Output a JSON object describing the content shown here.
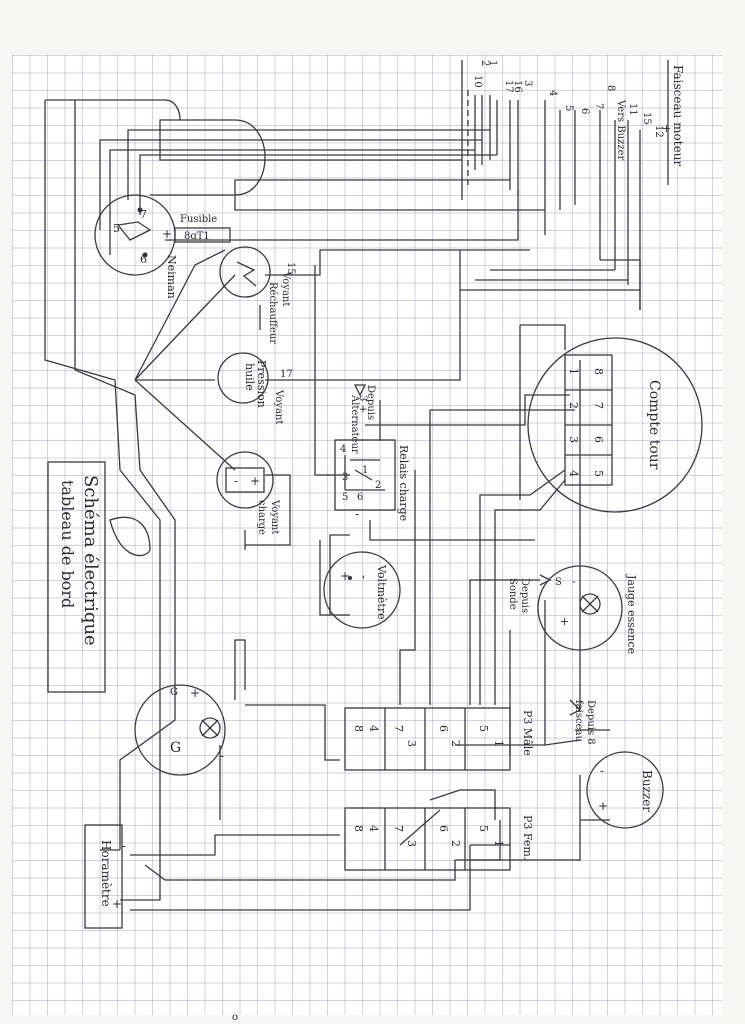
{
  "title": {
    "line1": "Schéma électrique",
    "line2": "tableau de bord"
  },
  "harness": {
    "label": "Faisceau moteur",
    "plus": "+",
    "wires": [
      "1",
      "2",
      "10",
      "3",
      "16",
      "17",
      "4",
      "5",
      "6",
      "7",
      "8",
      "11",
      "15",
      "12"
    ],
    "buzzer_label": "Vers Buzzer"
  },
  "neiman": {
    "label": "Neiman",
    "t7": "7",
    "t5": "5",
    "t6": "6",
    "tplus": "+"
  },
  "fusible": {
    "label": "Fusible",
    "value": "8ɑT1"
  },
  "voyant_rechauffeur": {
    "label_line1": "Voyant",
    "label_line2": "Réchauffeur",
    "pin": "15"
  },
  "pression": {
    "label_line1": "Pression",
    "label_line2": "huile",
    "sub_line1": "Voyant",
    "pin": "17"
  },
  "voyant_charge": {
    "label_line1": "Voyant",
    "label_line2": "charge",
    "minus": "-",
    "plus": "+"
  },
  "alternateur": {
    "label_line1": "Depuis",
    "label_line2": "Alternateur",
    "pin": "3",
    "plus": "+"
  },
  "relais": {
    "label": "Relais charge",
    "p4": "4",
    "p2": "2",
    "p1": "1",
    "p3": "3",
    "p5": "5",
    "p6": "6",
    "minus": "-"
  },
  "compte_tour": {
    "label": "Compte tour",
    "pins": [
      "1",
      "8",
      "2",
      "7",
      "3",
      "6",
      "4",
      "5"
    ]
  },
  "voltmetre": {
    "label": "Voltmètre",
    "minus": "-",
    "plus": "+"
  },
  "jauge": {
    "label": "Jauge essence",
    "s": "S",
    "plus": "+",
    "minus": "-"
  },
  "sonde": {
    "label_line1": "Depuis",
    "label_line2": "Sonde"
  },
  "gauge_main": {
    "g": "G",
    "plus": "+",
    "minus": "-",
    "g2": "G"
  },
  "p3_male": {
    "label": "P3 Mâle",
    "pins": [
      "8",
      "4",
      "7",
      "3",
      "6",
      "2",
      "5",
      "1"
    ]
  },
  "p3_fem": {
    "label": "P3 Fem.",
    "pins": [
      "8",
      "4",
      "7",
      "3",
      "6",
      "2",
      "5",
      "1"
    ]
  },
  "buzzer_src": {
    "label_line1": "Depuis 8",
    "label_line2": "faisceau"
  },
  "buzzer": {
    "label": "Buzzer",
    "minus": "-",
    "plus": "+"
  },
  "horametre": {
    "label": "Horamètre",
    "minus": "-",
    "plus": "+"
  },
  "page_dot": "o"
}
